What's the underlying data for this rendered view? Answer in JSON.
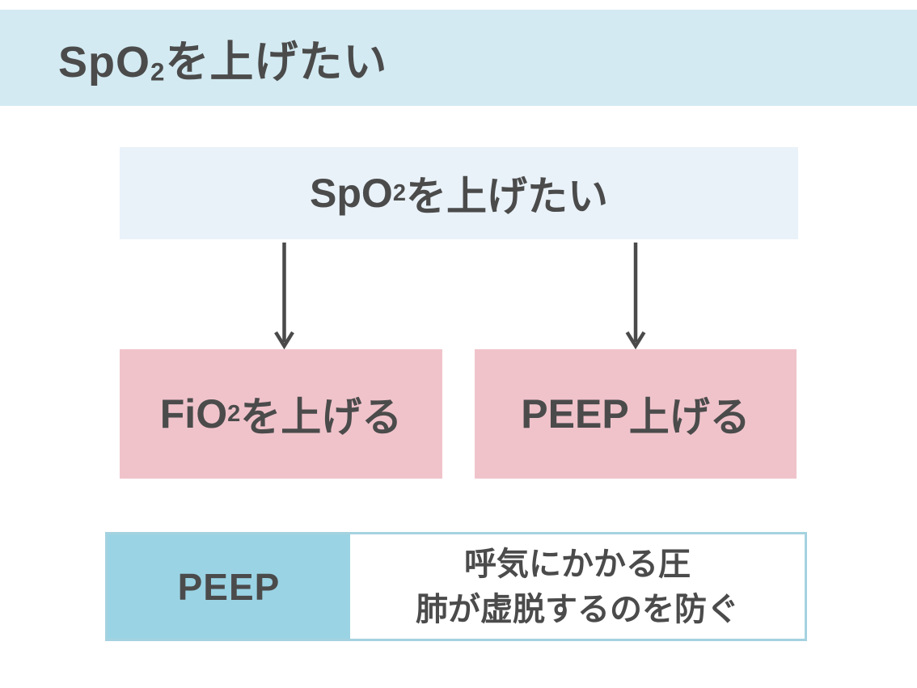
{
  "colors": {
    "banner_bg": "#d3eaf2",
    "root_box_bg": "#e9f2f9",
    "child_box_bg": "#f0c3cb",
    "term_cell_bg": "#9ad3e4",
    "table_border": "#a5d2e0",
    "text": "#4b4b4b",
    "arrow": "#4a4a4a"
  },
  "header": {
    "title_pre": "SpO",
    "title_sub": "2",
    "title_post": "を上げたい"
  },
  "flowchart": {
    "root": {
      "pre": "SpO",
      "sub": "2",
      "post": "を上げたい"
    },
    "children": [
      {
        "pre": "FiO",
        "sub": "2",
        "post": "を上げる"
      },
      {
        "pre": "PEEP",
        "sub": "",
        "post": "上げる"
      }
    ]
  },
  "definition": {
    "term": "PEEP",
    "line1": "呼気にかかる圧",
    "line2": "肺が虚脱するのを防ぐ"
  }
}
